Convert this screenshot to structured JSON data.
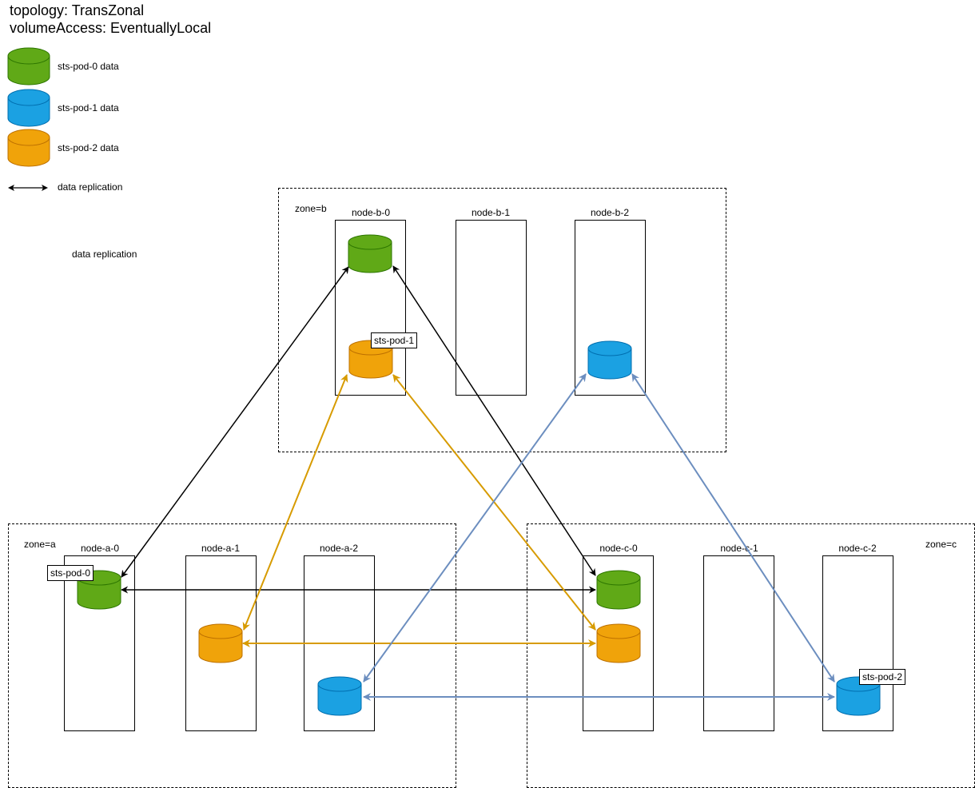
{
  "header": {
    "topology_line": "topology: TransZonal",
    "volume_access_line": "volumeAccess: EventuallyLocal"
  },
  "legend": {
    "pod0": "sts-pod-0 data",
    "pod1": "sts-pod-1 data",
    "pod2": "sts-pod-2 data",
    "replication": "data replication"
  },
  "colors": {
    "pod0_fill": "#60a917",
    "pod0_stroke": "#2d7600",
    "pod1_fill": "#1ba1e2",
    "pod1_stroke": "#006eaf",
    "pod2_fill": "#f0a30a",
    "pod2_stroke": "#bd7000",
    "arrow_black": "#000000",
    "arrow_orange": "#d79b00",
    "arrow_blue": "#6c8ebf"
  },
  "floating_label": "data replication",
  "zones": {
    "a": {
      "label": "zone=a",
      "nodes": [
        "node-a-0",
        "node-a-1",
        "node-a-2"
      ]
    },
    "b": {
      "label": "zone=b",
      "nodes": [
        "node-b-0",
        "node-b-1",
        "node-b-2"
      ]
    },
    "c": {
      "label": "zone=c",
      "nodes": [
        "node-c-0",
        "node-c-1",
        "node-c-2"
      ]
    }
  },
  "pod_tags": {
    "pod0": "sts-pod-0",
    "pod1": "sts-pod-1",
    "pod2": "sts-pod-2"
  }
}
